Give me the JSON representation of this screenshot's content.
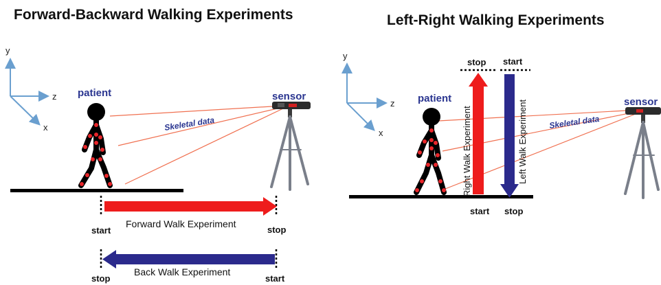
{
  "left_panel": {
    "title": "Forward-Backward Walking Experiments",
    "axes": {
      "y": "y",
      "z": "z",
      "x": "x"
    },
    "patient_label": "patient",
    "sensor_label": "sensor",
    "skeletal_label": "Skeletal data",
    "forward": {
      "label": "Forward Walk Experiment",
      "start": "start",
      "stop": "stop"
    },
    "back": {
      "label": "Back Walk Experiment",
      "start": "start",
      "stop": "stop"
    }
  },
  "right_panel": {
    "title": "Left-Right Walking Experiments",
    "axes": {
      "y": "y",
      "z": "z",
      "x": "x"
    },
    "patient_label": "patient",
    "sensor_label": "sensor",
    "skeletal_label": "Skeletal data",
    "right_walk": {
      "label": "Right Walk Experiment",
      "start": "start",
      "stop": "stop"
    },
    "left_walk": {
      "label": "Left  Walk Experiment",
      "start": "start",
      "stop": "stop"
    }
  },
  "colors": {
    "red_arrow": "#ee1c1c",
    "blue_arrow": "#2b2a8c",
    "label_blue": "#2a3590",
    "axis_blue": "#6a9fcf",
    "ray_red": "#f07050",
    "tripod": "#7a7f8a",
    "joint_red": "#e8262a"
  }
}
